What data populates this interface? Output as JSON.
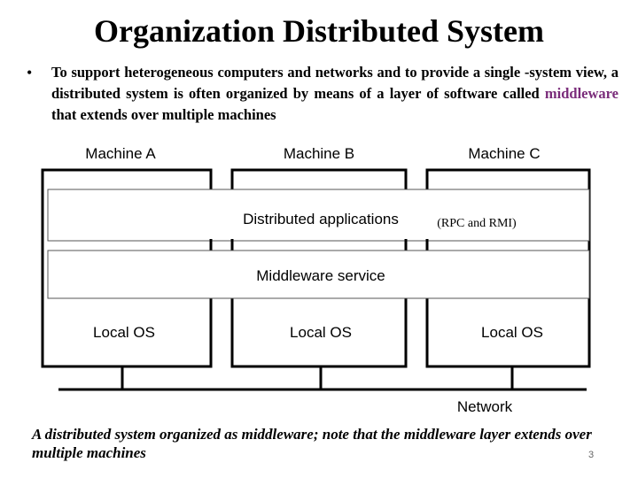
{
  "slide": {
    "title": "Organization Distributed System",
    "bullet": {
      "text_before": "To support heterogeneous computers and networks and to provide a single -system view, a distributed system is often organized by means of a layer of software called ",
      "highlight": "middleware",
      "text_after": " that extends over multiple machines"
    },
    "caption": "A distributed system organized as middleware; note that the middleware layer extends over multiple machines",
    "page_number": "3"
  },
  "diagram": {
    "machines": [
      "Machine A",
      "Machine B",
      "Machine C"
    ],
    "layers": {
      "applications": "Distributed applications",
      "applications_note": "(RPC and RMI)",
      "middleware": "Middleware service",
      "local_os": [
        "Local OS",
        "Local OS",
        "Local OS"
      ]
    },
    "network_label": "Network",
    "colors": {
      "highlight": "#7a2c7a"
    }
  }
}
